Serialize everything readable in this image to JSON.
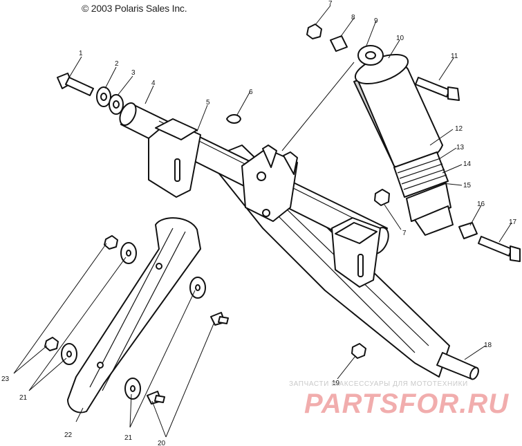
{
  "copyright": "© 2003 Polaris Sales Inc.",
  "callouts": {
    "c1": "1",
    "c2": "2",
    "c3": "3",
    "c4": "4",
    "c5": "5",
    "c6": "6",
    "c7a": "7",
    "c7b": "7",
    "c8": "8",
    "c9": "9",
    "c10": "10",
    "c11": "11",
    "c12": "12",
    "c13": "13",
    "c14": "14",
    "c15": "15",
    "c16": "16",
    "c17": "17",
    "c18": "18",
    "c19": "19",
    "c20": "20",
    "c21a": "21",
    "c21b": "21",
    "c22": "22",
    "c23": "23"
  },
  "watermark": {
    "subtitle": "ЗАПЧАСТИ И АКСЕССУАРЫ ДЛЯ МОТОТЕХНИКИ",
    "logo": "PARTSFOR.RU"
  }
}
